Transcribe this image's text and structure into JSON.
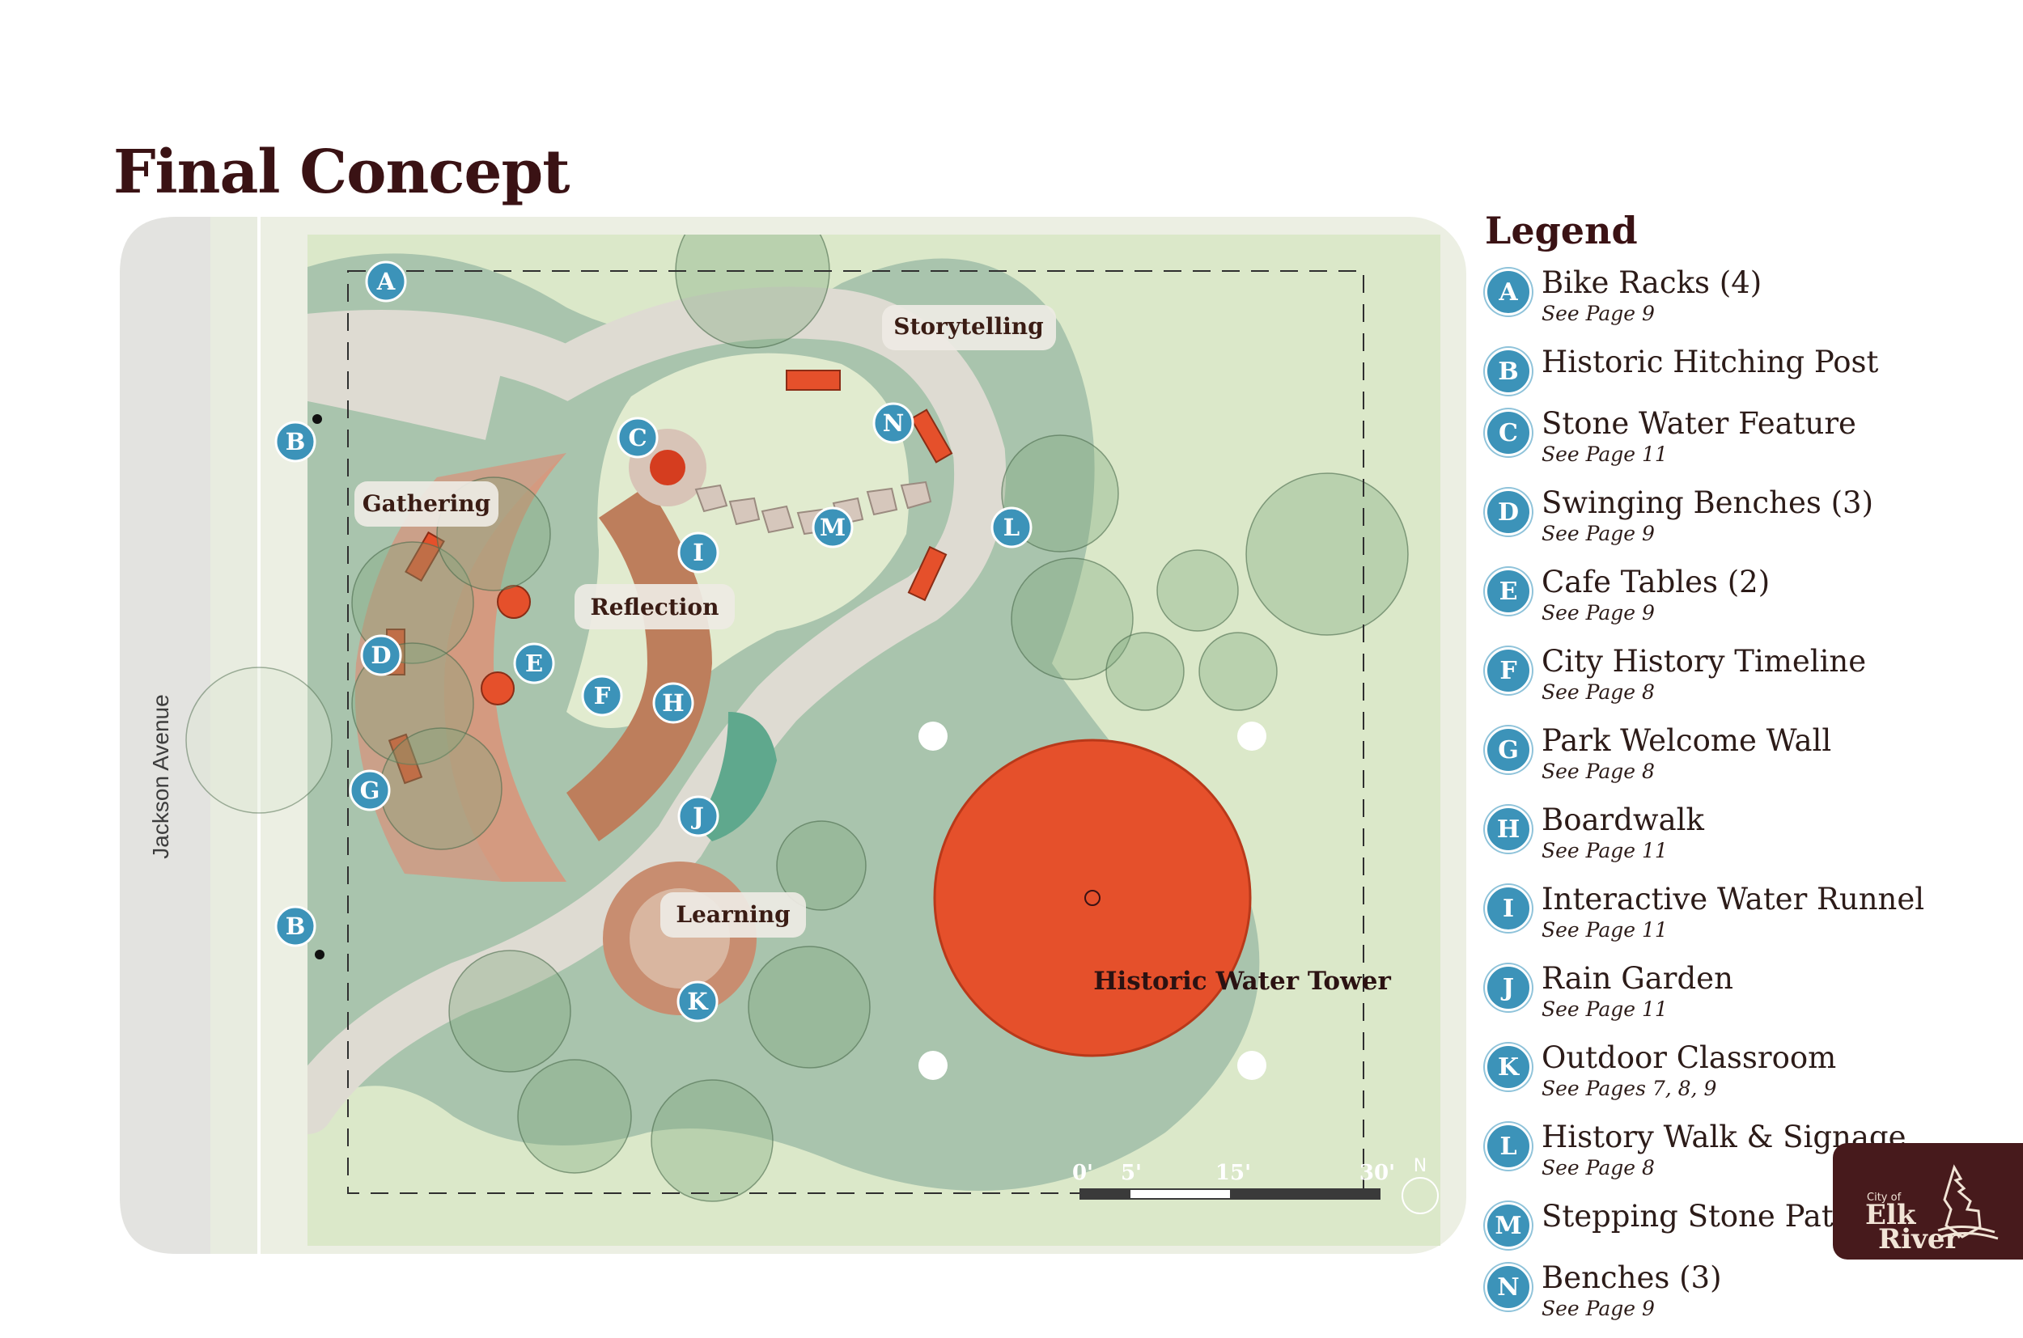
{
  "page_title": "Final Concept",
  "street_label": "Jackson Avenue",
  "zones": {
    "gathering": "Gathering",
    "reflection": "Reflection",
    "storytelling": "Storytelling",
    "learning": "Learning"
  },
  "tower_label": "Historic Water Tower",
  "markers": {
    "a": "A",
    "b": "B",
    "c": "C",
    "d": "D",
    "e": "E",
    "f": "F",
    "g": "G",
    "h": "H",
    "i": "I",
    "j": "J",
    "k": "K",
    "l": "L",
    "m": "M",
    "n": "N"
  },
  "scale": {
    "t0": "0'",
    "t5": "5'",
    "t15": "15'",
    "t30": "30'",
    "north": "N"
  },
  "legend": {
    "title": "Legend",
    "items": [
      {
        "letter": "A",
        "label": "Bike Racks (4)",
        "sub": "See Page 9"
      },
      {
        "letter": "B",
        "label": "Historic Hitching Post",
        "sub": ""
      },
      {
        "letter": "C",
        "label": "Stone Water Feature",
        "sub": "See Page 11"
      },
      {
        "letter": "D",
        "label": "Swinging Benches (3)",
        "sub": "See Page 9"
      },
      {
        "letter": "E",
        "label": "Cafe Tables (2)",
        "sub": "See Page 9"
      },
      {
        "letter": "F",
        "label": "City History Timeline",
        "sub": "See Page 8"
      },
      {
        "letter": "G",
        "label": "Park Welcome Wall",
        "sub": "See Page 8"
      },
      {
        "letter": "H",
        "label": "Boardwalk",
        "sub": "See Page 11"
      },
      {
        "letter": "I",
        "label": "Interactive Water Runnel",
        "sub": "See Page 11"
      },
      {
        "letter": "J",
        "label": "Rain Garden",
        "sub": "See Page 11"
      },
      {
        "letter": "K",
        "label": "Outdoor Classroom",
        "sub": "See Pages 7, 8, 9"
      },
      {
        "letter": "L",
        "label": "History Walk & Signage",
        "sub": "See Page 8"
      },
      {
        "letter": "M",
        "label": "Stepping Stone Path",
        "sub": ""
      },
      {
        "letter": "N",
        "label": "Benches (3)",
        "sub": "See Page 9"
      }
    ]
  },
  "logo": {
    "city_of": "City of",
    "line1": "Elk",
    "line2": "River"
  },
  "colors": {
    "title": "#3a1214",
    "badge": "#3c93b9",
    "tower": "#e5502b",
    "lawn": "#dbe8c9",
    "planting": "#a9c4ad",
    "path": "#dedbd2",
    "paver": "#d49a80",
    "boardwalk": "#bd7e5c",
    "logo_bg": "#471a1c"
  }
}
